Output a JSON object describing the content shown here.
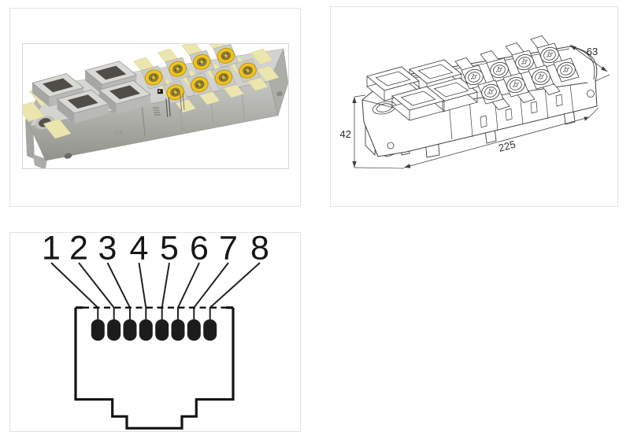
{
  "page": {
    "background": "#ffffff",
    "panel_border": "#e3e3e3"
  },
  "product_photo": {
    "ce_mark": "CE",
    "colors": {
      "m12_yellow": "#f0c41c",
      "label_yellow": "#ebe6ae",
      "body_light": "#d6d6d2",
      "body_dark": "#94948f"
    }
  },
  "dimension_drawing": {
    "dims": {
      "depth": "63",
      "height": "42",
      "length": "225"
    },
    "line_color": "#3f3f3f"
  },
  "pinout": {
    "pins": [
      "1",
      "2",
      "3",
      "4",
      "5",
      "6",
      "7",
      "8"
    ],
    "line_color": "#161616"
  }
}
